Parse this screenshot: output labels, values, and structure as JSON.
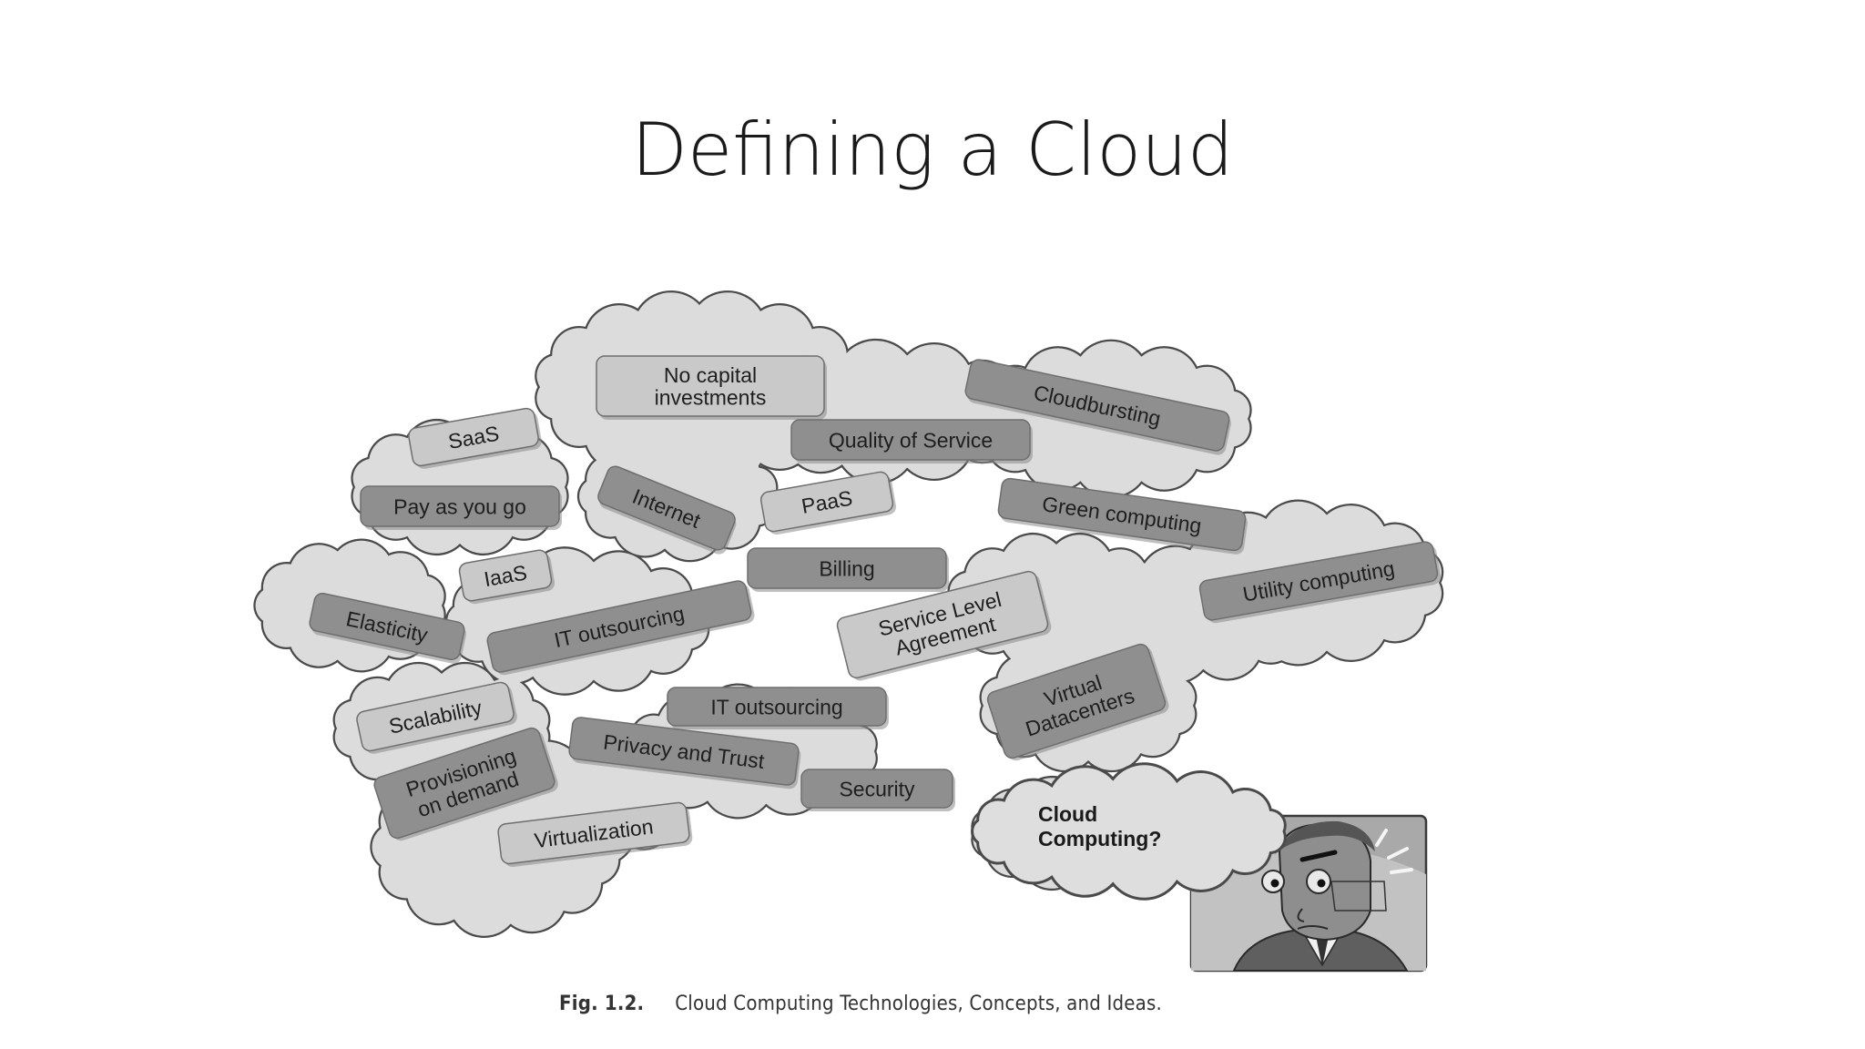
{
  "slide": {
    "title": "Defining a Cloud"
  },
  "caption": {
    "label": "Fig. 1.2.",
    "text": "Cloud Computing Technologies, Concepts, and Ideas."
  },
  "colors": {
    "cloud_fill": "#dcdcdc",
    "cloud_stroke": "#4a4a4a",
    "tag_light": "#c9c9c9",
    "tag_dark": "#8f8f8f",
    "tag_text": "#1e1e1e"
  },
  "tags": [
    {
      "id": "saas",
      "lines": [
        "SaaS"
      ]
    },
    {
      "id": "no-capital",
      "lines": [
        "No capital",
        "investments"
      ]
    },
    {
      "id": "cloudbursting",
      "lines": [
        "Cloudbursting"
      ]
    },
    {
      "id": "qos",
      "lines": [
        "Quality of Service"
      ]
    },
    {
      "id": "payg",
      "lines": [
        "Pay as you go"
      ]
    },
    {
      "id": "internet",
      "lines": [
        "Internet"
      ]
    },
    {
      "id": "paas",
      "lines": [
        "PaaS"
      ]
    },
    {
      "id": "green",
      "lines": [
        "Green computing"
      ]
    },
    {
      "id": "billing",
      "lines": [
        "Billing"
      ]
    },
    {
      "id": "iaas",
      "lines": [
        "IaaS"
      ]
    },
    {
      "id": "utility",
      "lines": [
        "Utility computing"
      ]
    },
    {
      "id": "elasticity",
      "lines": [
        "Elasticity"
      ]
    },
    {
      "id": "it-outsourcing-1",
      "lines": [
        "IT outsourcing"
      ]
    },
    {
      "id": "sla",
      "lines": [
        "Service Level",
        "Agreement"
      ]
    },
    {
      "id": "virtual-dc",
      "lines": [
        "Virtual",
        "Datacenters"
      ]
    },
    {
      "id": "scalability",
      "lines": [
        "Scalability"
      ]
    },
    {
      "id": "it-outsourcing-2",
      "lines": [
        "IT outsourcing"
      ]
    },
    {
      "id": "privacy",
      "lines": [
        "Privacy and Trust"
      ]
    },
    {
      "id": "provisioning",
      "lines": [
        "Provisioning",
        "on demand"
      ]
    },
    {
      "id": "security",
      "lines": [
        "Security"
      ]
    },
    {
      "id": "virtualization",
      "lines": [
        "Virtualization"
      ]
    }
  ],
  "thought_bubble": {
    "lines": [
      "Cloud",
      "Computing?"
    ]
  }
}
